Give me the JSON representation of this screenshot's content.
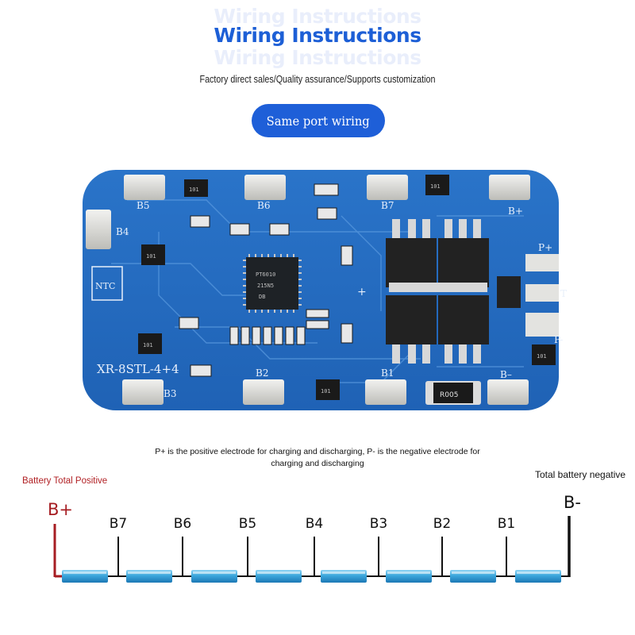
{
  "header": {
    "title": "Wiring Instructions",
    "subtitle": "Factory direct sales/Quality assurance/Supports customization",
    "mode_button": "Same port wiring"
  },
  "board": {
    "model": "XR-8STL-4+4",
    "chip_marking": [
      "PT6010",
      "215N5",
      "DB"
    ],
    "pad_labels": {
      "b5": "B5",
      "b6": "B6",
      "b7": "B7",
      "bplus": "B+",
      "b4": "B4",
      "b3": "B3",
      "b2": "B2",
      "b1": "B1",
      "bminus": "B–",
      "pplus": "P+",
      "pminus": "P-",
      "t": "T",
      "ntc": "NTC"
    },
    "resistor_marking": "101",
    "shunt_marking": "R005"
  },
  "explanation": "P+ is the positive electrode for charging and discharging, P- is the negative electrode for charging and discharging",
  "diagram": {
    "positive_caption": "Battery Total Positive",
    "negative_caption": "Total battery negative",
    "positive_terminal": "B+",
    "negative_terminal": "B-",
    "taps": [
      "B7",
      "B6",
      "B5",
      "B4",
      "B3",
      "B2",
      "B1"
    ],
    "positive_color": "#a61d22",
    "cell_color": "#3ca7dc"
  }
}
